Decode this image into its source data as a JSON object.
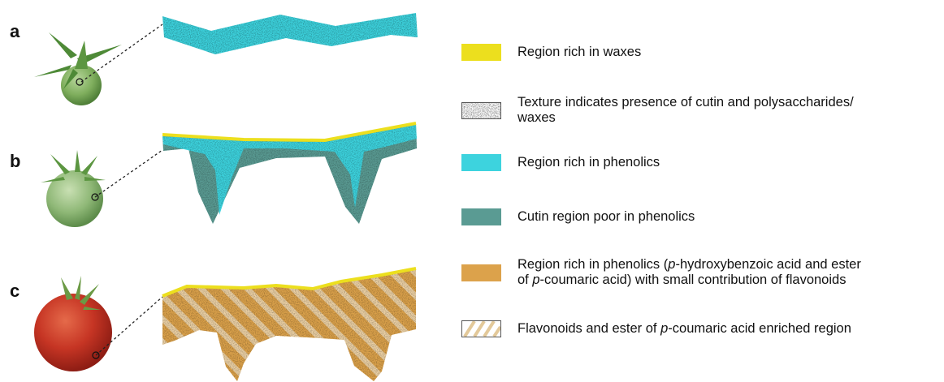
{
  "panels": [
    {
      "letter": "a"
    },
    {
      "letter": "b"
    },
    {
      "letter": "c"
    }
  ],
  "legend": [
    {
      "id": "waxes",
      "color": "#ecdf1e",
      "parts": [
        "Region rich in waxes"
      ]
    },
    {
      "id": "texture",
      "color": "#ffffff",
      "parts": [
        "Texture indicates presence of cutin and polysaccharides/",
        "waxes"
      ]
    },
    {
      "id": "phenolics",
      "color": "#3dd3de",
      "parts": [
        "Region rich in phenolics"
      ]
    },
    {
      "id": "cutin-poor",
      "color": "#5a9b93",
      "parts": [
        "Cutin region poor in phenolics"
      ]
    },
    {
      "id": "phenolics-ester",
      "color": "#dca24b",
      "line1": {
        "pre": "Region rich in phenolics (",
        "ital": "p",
        "post": "-hydroxybenzoic acid and ester"
      },
      "line2": {
        "pre": "of ",
        "ital": "p",
        "post": "-coumaric acid) with small contribution of flavonoids"
      }
    },
    {
      "id": "flavonoids",
      "color": "#e6cfa8",
      "line1": {
        "pre": "Flavonoids and ester of ",
        "ital": "p",
        "post": "-coumaric acid enriched region"
      }
    }
  ]
}
